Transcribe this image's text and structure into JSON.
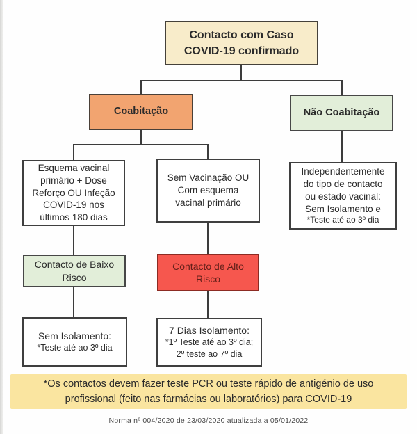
{
  "title_box": {
    "text": "Contacto com Caso\nCOVID-19 confirmado"
  },
  "branches": {
    "coabitacao": {
      "label": "Coabitação"
    },
    "nao_coabitacao": {
      "label": "Não Coabitação"
    }
  },
  "condition_boxes": {
    "vaccinated": {
      "text": "Esquema vacinal\nprimário + Dose\nReforço OU Infeção\nCOVID-19 nos\núltimos 180 dias"
    },
    "unvaccinated": {
      "text": "Sem Vacinação OU\nCom esquema\nvacinal primário"
    },
    "any_contact": {
      "main": "Independentemente\ndo tipo de contacto\nou estado vacinal:\nSem Isolamento e",
      "note": "*Teste até ao 3º dia"
    }
  },
  "risk_boxes": {
    "low": {
      "label": "Contacto de Baixo\nRisco"
    },
    "high": {
      "label": "Contacto de Alto\nRisco"
    }
  },
  "outcome_boxes": {
    "low": {
      "title": "Sem Isolamento:",
      "note": "*Teste até ao 3º dia"
    },
    "high": {
      "title": "7 Dias Isolamento:",
      "note": "*1º Teste até ao 3º dia;\n2º teste ao 7º dia"
    }
  },
  "footnote_banner": {
    "text": "*Os contactos devem fazer teste PCR ou teste rápido de antigénio de uso\nprofissional (feito nas farmácias ou laboratórios) para COVID-19"
  },
  "footer": {
    "text": "Norma nº 004/2020 de 23/03/2020 atualizada a 05/01/2022"
  },
  "colors": {
    "title_fill": "#f8ecca",
    "coabitacao_fill": "#f2a470",
    "nao_coabitacao_fill": "#e2eed9",
    "low_risk_fill": "#e2eed9",
    "high_risk_fill": "#f6574e",
    "high_risk_text": "#64201a",
    "banner_fill": "#fae5a0",
    "line_color": "#3c3c3c"
  }
}
